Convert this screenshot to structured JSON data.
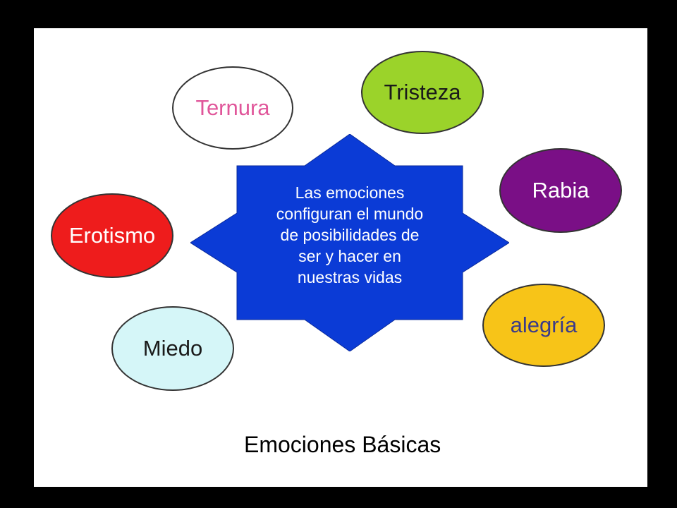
{
  "center": {
    "lines": [
      "Las emociones",
      "configuran el mundo",
      "de posibilidades de",
      "ser y hacer en",
      "nuestras vidas"
    ],
    "fill_color": "#0b3bd6",
    "text_color": "#ffffff"
  },
  "emotions": {
    "ternura": {
      "label": "Ternura",
      "fill": "#ffffff",
      "text": "#e0569a"
    },
    "tristeza": {
      "label": "Tristeza",
      "fill": "#9bd32a",
      "text": "#1a1a1a"
    },
    "rabia": {
      "label": "Rabia",
      "fill": "#7a0f86",
      "text": "#ffffff"
    },
    "alegria": {
      "label": "alegría",
      "fill": "#f7c418",
      "text": "#3a3a8a"
    },
    "miedo": {
      "label": "Miedo",
      "fill": "#d5f6f8",
      "text": "#1a1a1a"
    },
    "erotismo": {
      "label": "Erotismo",
      "fill": "#ee1c1c",
      "text": "#ffffff"
    }
  },
  "title": "Emociones Básicas"
}
